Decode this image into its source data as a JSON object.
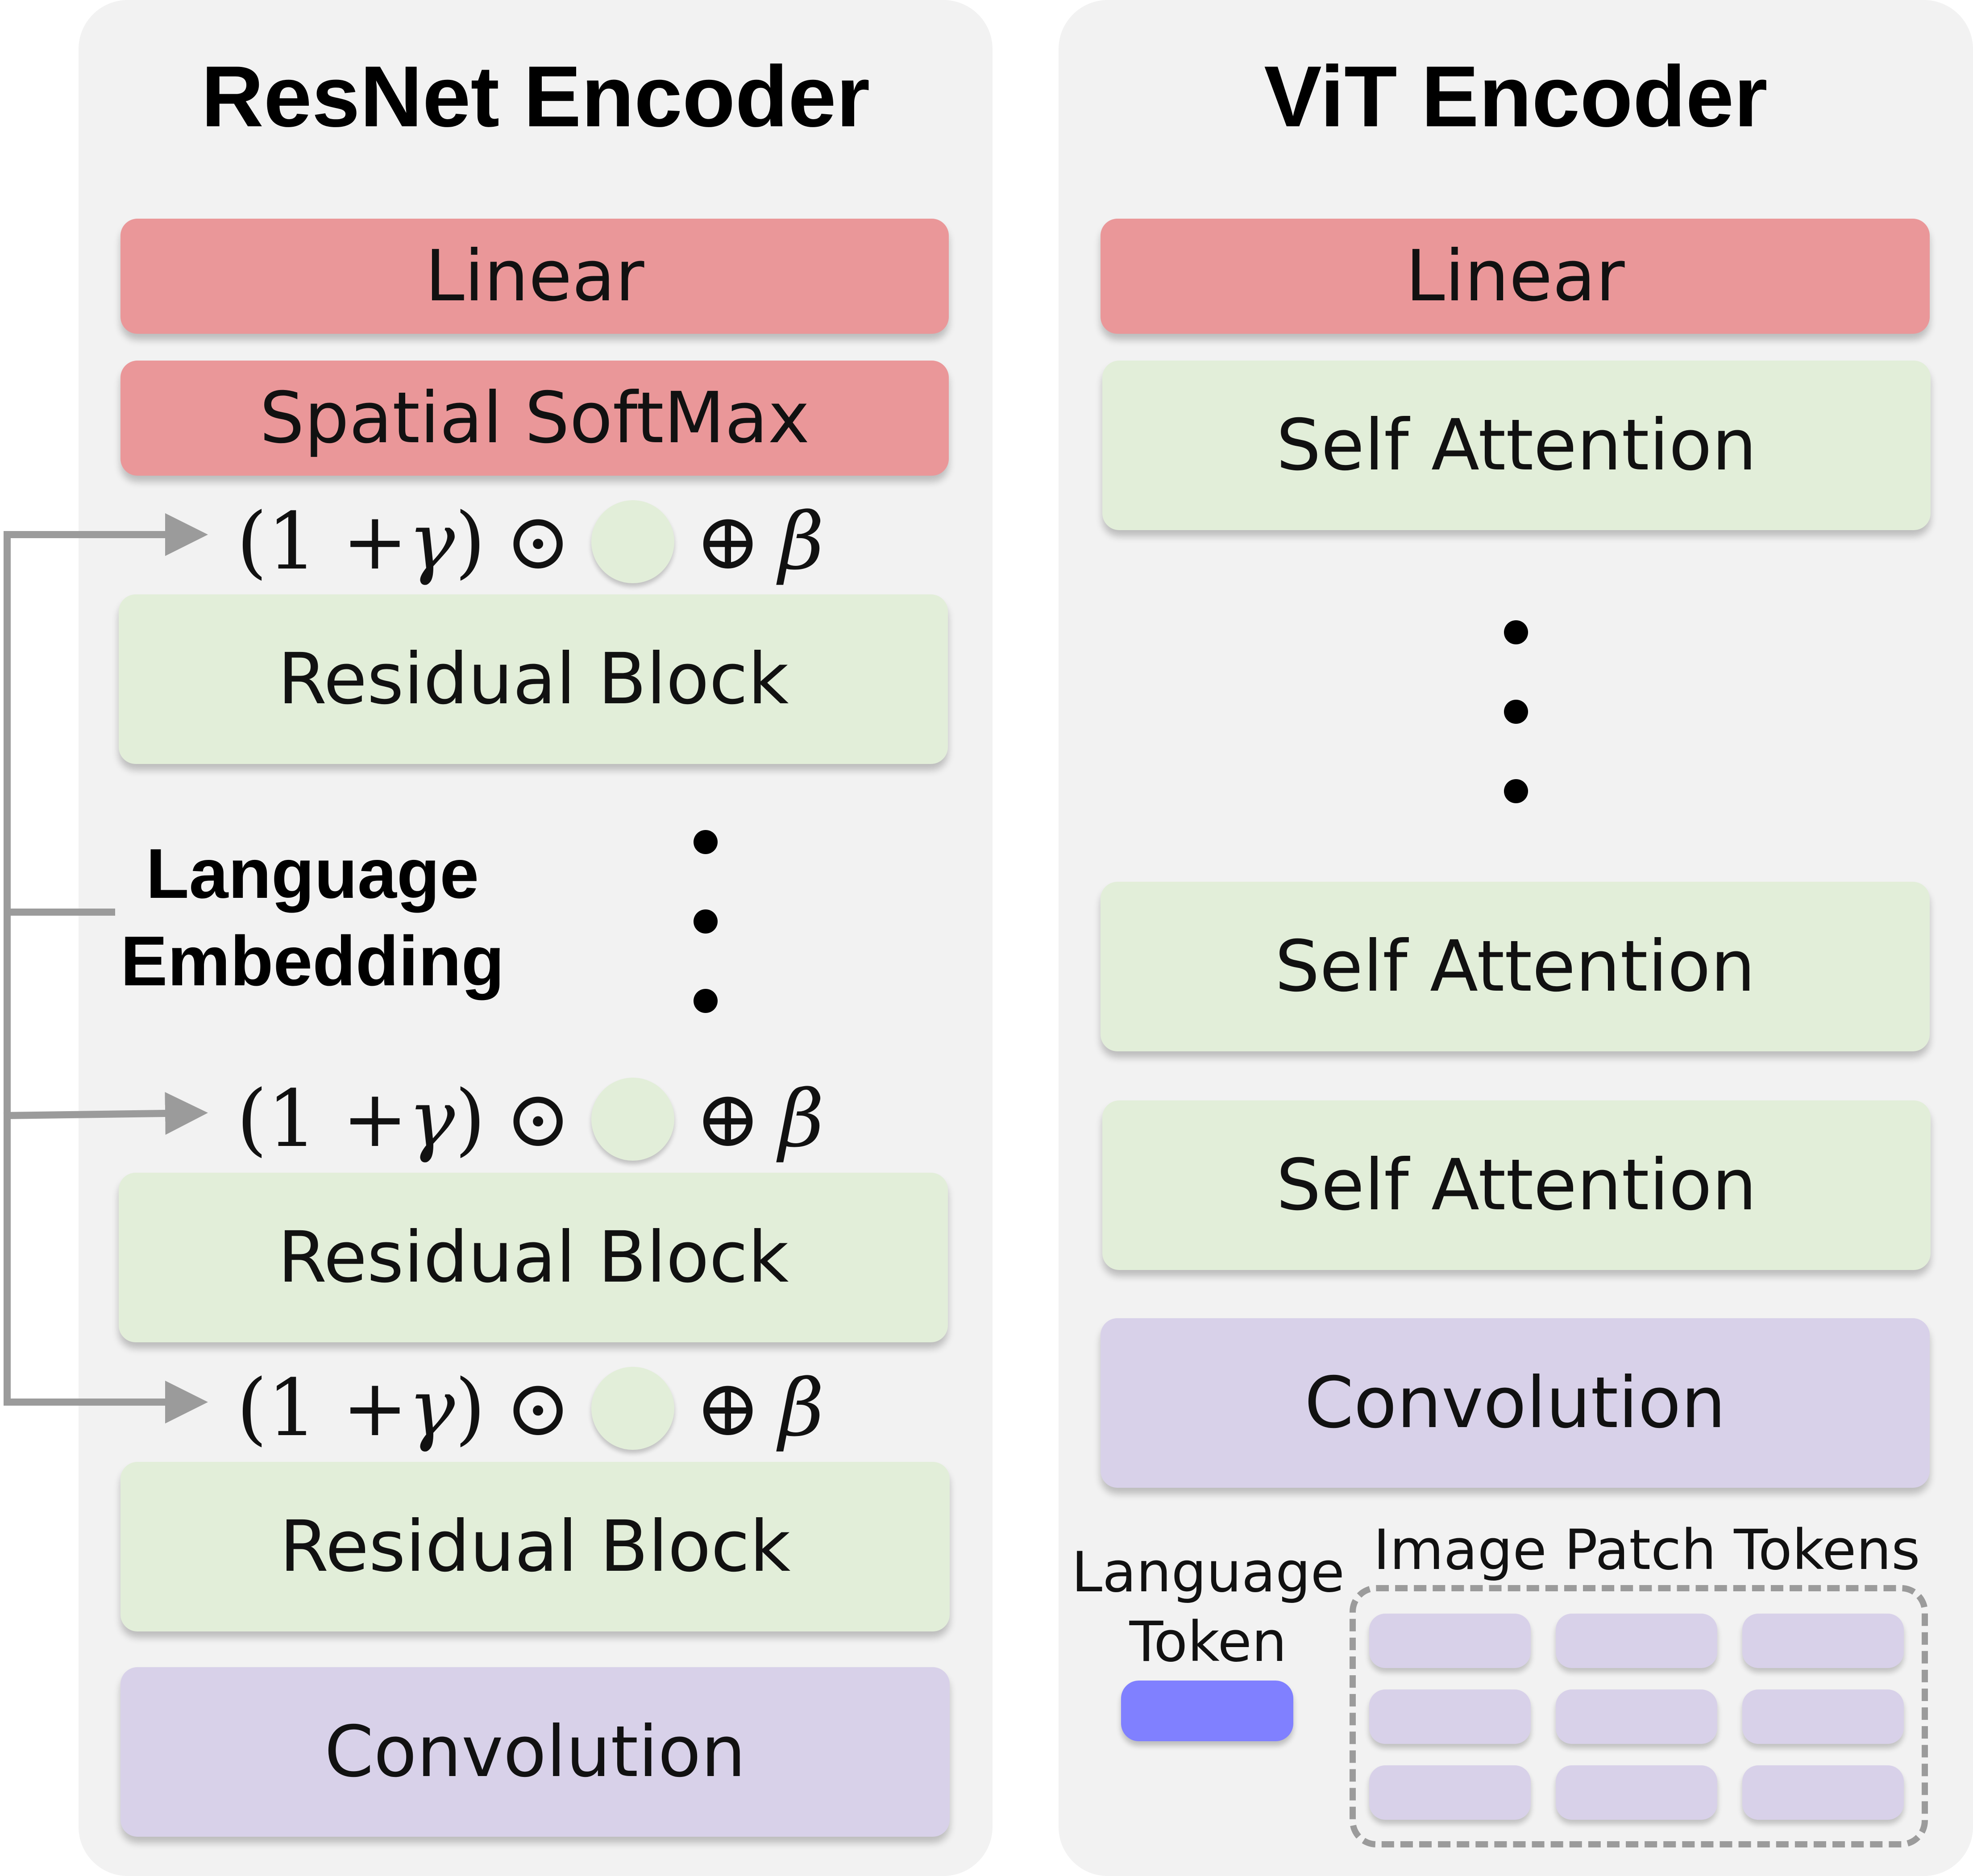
{
  "resnet": {
    "title": "ResNet Encoder",
    "blocks": {
      "linear": "Linear",
      "softmax": "Spatial SoftMax",
      "res1": "Residual Block",
      "res2": "Residual Block",
      "res3": "Residual Block",
      "conv": "Convolution"
    },
    "film": {
      "lhs": "(1 + ",
      "gamma": "γ",
      "rparen": ")",
      "odot": "⊙",
      "oplus": "⊕",
      "beta": "β"
    },
    "language_embedding": [
      "Language",
      "Embedding"
    ]
  },
  "vit": {
    "title": "ViT Encoder",
    "blocks": {
      "linear": "Linear",
      "attn1": "Self Attention",
      "attn2": "Self Attention",
      "attn3": "Self Attention",
      "conv": "Convolution"
    },
    "language_token": [
      "Language",
      "Token"
    ],
    "image_patch_tokens": "Image Patch Tokens"
  },
  "colors": {
    "panel": "#f2f2f2",
    "red_block": "#ea9799",
    "green_block": "#e2eed9",
    "purple_block": "#d8d1e9",
    "language_token": "#8080ff",
    "connector": "#9b9b9b"
  }
}
